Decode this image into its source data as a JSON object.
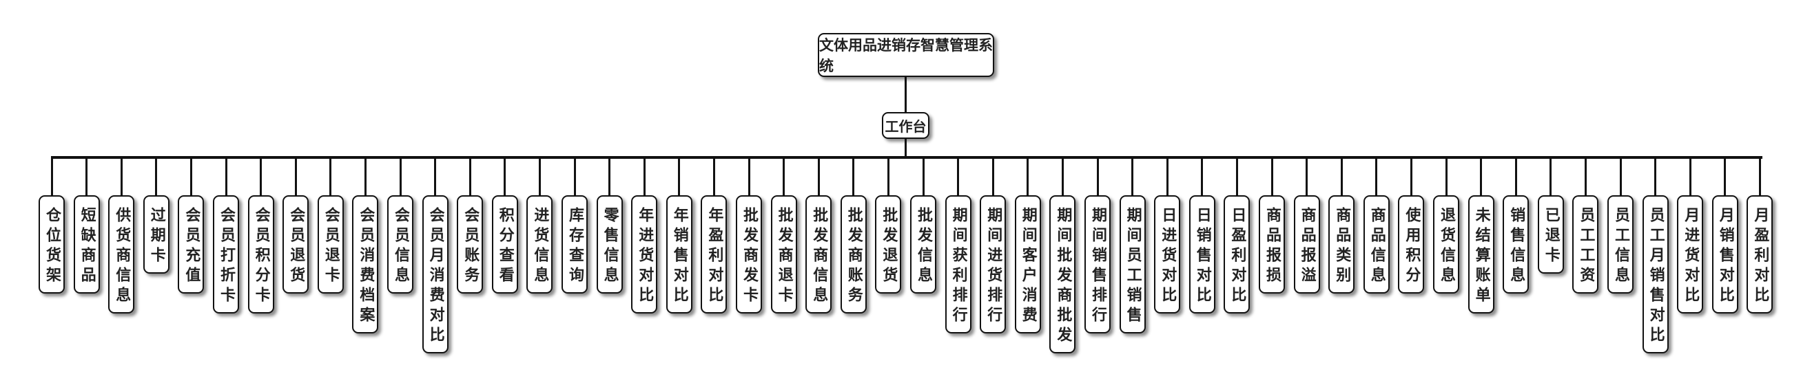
{
  "root": {
    "label": "文体用品进销存智慧管理系统"
  },
  "hub": {
    "label": "工作台"
  },
  "leaves": [
    "仓位货架",
    "短缺商品",
    "供货商信息",
    "过期卡",
    "会员充值",
    "会员打折卡",
    "会员积分卡",
    "会员退货",
    "会员退卡",
    "会员消费档案",
    "会员信息",
    "会员月消费对比",
    "会员账务",
    "积分查看",
    "进货信息",
    "库存查询",
    "零售信息",
    "年进货对比",
    "年销售对比",
    "年盈利对比",
    "批发商发卡",
    "批发商退卡",
    "批发商信息",
    "批发商账务",
    "批发退货",
    "批发信息",
    "期间获利排行",
    "期间进货排行",
    "期间客户消费",
    "期间批发商批发",
    "期间销售排行",
    "期间员工销售",
    "日进货对比",
    "日销售对比",
    "日盈利对比",
    "商品报损",
    "商品报溢",
    "商品类别",
    "商品信息",
    "使用积分",
    "退货信息",
    "未结算账单",
    "销售信息",
    "已退卡",
    "员工工资",
    "员工信息",
    "员工月销售对比",
    "月进货对比",
    "月销售对比",
    "月盈利对比"
  ]
}
